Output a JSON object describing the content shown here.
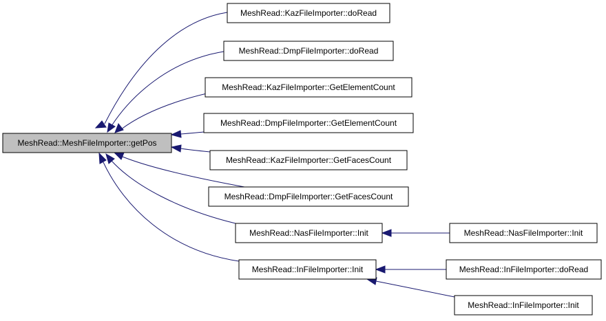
{
  "colors": {
    "background": "#ffffff",
    "node_fill": "#ffffff",
    "focus_node_fill": "#bfbfbf",
    "node_border": "#000000",
    "edge": "#191970"
  },
  "nodes": {
    "getpos": "MeshRead::MeshFileImporter::getPos",
    "kaz_doread": "MeshRead::KazFileImporter::doRead",
    "dmp_doread": "MeshRead::DmpFileImporter::doRead",
    "kaz_getelementcount": "MeshRead::KazFileImporter::GetElementCount",
    "dmp_getelementcount": "MeshRead::DmpFileImporter::GetElementCount",
    "kaz_getfacescount": "MeshRead::KazFileImporter::GetFacesCount",
    "dmp_getfacescount": "MeshRead::DmpFileImporter::GetFacesCount",
    "nas_init": "MeshRead::NasFileImporter::Init",
    "in_init": "MeshRead::InFileImporter::Init",
    "nas_init_caller": "MeshRead::NasFileImporter::Init",
    "in_doread": "MeshRead::InFileImporter::doRead",
    "in_init_caller": "MeshRead::InFileImporter::Init"
  },
  "edges": [
    {
      "from": "kaz_doread",
      "to": "getpos"
    },
    {
      "from": "dmp_doread",
      "to": "getpos"
    },
    {
      "from": "kaz_getelementcount",
      "to": "getpos"
    },
    {
      "from": "dmp_getelementcount",
      "to": "getpos"
    },
    {
      "from": "kaz_getfacescount",
      "to": "getpos"
    },
    {
      "from": "dmp_getfacescount",
      "to": "getpos"
    },
    {
      "from": "nas_init",
      "to": "getpos"
    },
    {
      "from": "in_init",
      "to": "getpos"
    },
    {
      "from": "nas_init_caller",
      "to": "nas_init"
    },
    {
      "from": "in_doread",
      "to": "in_init"
    },
    {
      "from": "in_init_caller",
      "to": "in_init"
    }
  ]
}
